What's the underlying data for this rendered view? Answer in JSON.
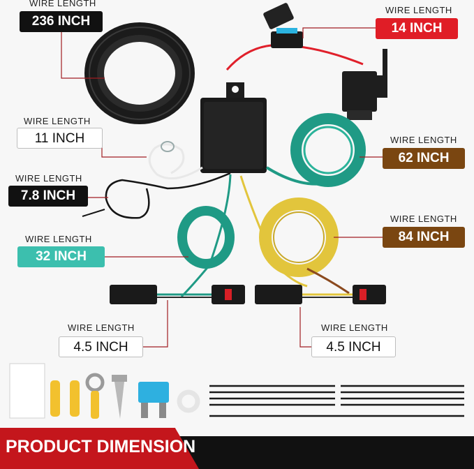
{
  "labels": {
    "caption": "WIRE LENGTH",
    "wire_236": "236 INCH",
    "wire_14": "14 INCH",
    "wire_11": "11 INCH",
    "wire_7_8": "7.8 INCH",
    "wire_62": "62 INCH",
    "wire_84": "84 INCH",
    "wire_32": "32 INCH",
    "wire_4_5_left": "4.5 INCH",
    "wire_4_5_right": "4.5 INCH"
  },
  "footer": {
    "title": "PRODUCT DIMENSION"
  },
  "colors": {
    "black_badge": "#111111",
    "red_badge": "#e01d26",
    "brown_badge": "#7a4611",
    "teal_badge": "#3cbfae",
    "green_wire": "#1f9a85",
    "yellow_wire": "#e2c53c",
    "footer_red": "#c4161c"
  },
  "icons": [
    "wire-coil-icon",
    "control-module-icon",
    "fuse-holder-icon",
    "trailer-connector-icon",
    "plug-connector-icon",
    "butt-connector-icon",
    "ring-terminal-icon",
    "screw-icon",
    "fuse-icon",
    "washer-icon",
    "cable-tie-icon",
    "adhesive-pad-icon"
  ]
}
